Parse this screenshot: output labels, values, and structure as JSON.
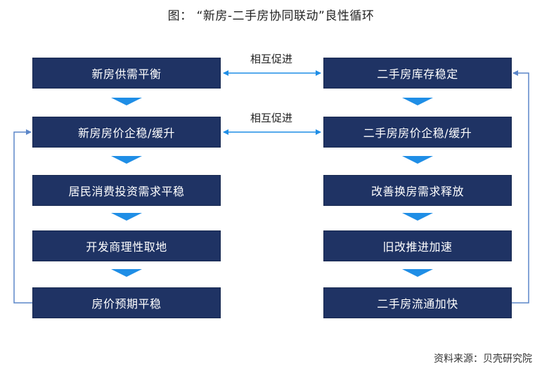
{
  "title": "图：  “新房-二手房协同联动”良性循环",
  "left_column": [
    {
      "label": "新房供需平衡"
    },
    {
      "label": "新房房价企稳/缓升"
    },
    {
      "label": "居民消费投资需求平稳"
    },
    {
      "label": "开发商理性取地"
    },
    {
      "label": "房价预期平稳"
    }
  ],
  "right_column": [
    {
      "label": "二手房库存稳定"
    },
    {
      "label": "二手房房价企稳/缓升"
    },
    {
      "label": "改善换房需求释放"
    },
    {
      "label": "旧改推进加速"
    },
    {
      "label": "二手房流通加快"
    }
  ],
  "connectors": [
    {
      "label": "相互促进"
    },
    {
      "label": "相互促进"
    }
  ],
  "source": "资料来源：贝壳研究院",
  "colors": {
    "box": "#1f3364",
    "arrow_blue": "#1f8ee6",
    "feedback_line": "#5b86c9"
  }
}
